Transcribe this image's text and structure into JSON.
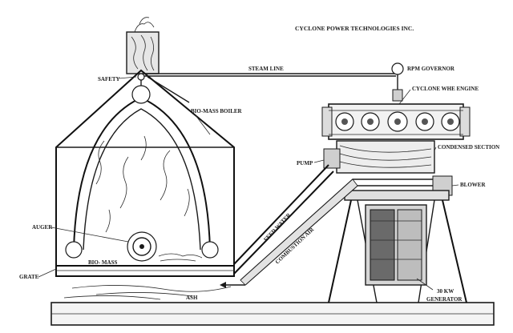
{
  "title": "CYCLONE POWER TECHNOLOGIES INC.",
  "labels": {
    "steam_line": "STEAM LINE",
    "rpm_governor": "RPM GOVERNOR",
    "safety": "SAFETY",
    "cyclone_engine": "CYCLONE WHE ENGINE",
    "bio_mass_boiler": "BIO-MASS BOILER",
    "condensed_section": "CONDENSED SECTION",
    "pump": "PUMP",
    "blower": "BLOWER",
    "feed_water": "FEED WATER",
    "combustion_air": "COMBUSTION AIR",
    "auger": "AUGER",
    "bio_mass": "BIO- MASS",
    "grate": "GRATE",
    "ash": "ASH",
    "generator_line1": "30 KW",
    "generator_line2": "GENERATOR"
  }
}
